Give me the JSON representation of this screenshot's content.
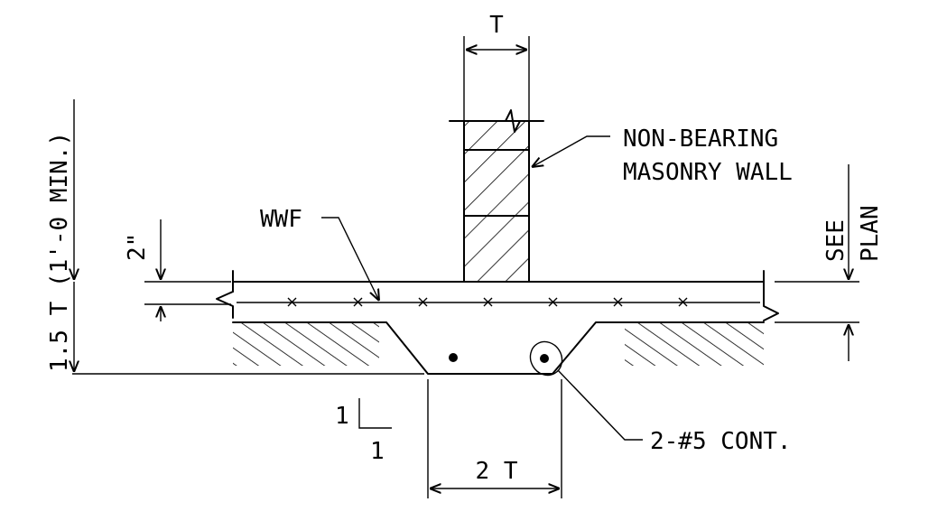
{
  "labels": {
    "wall_thickness": "T",
    "wall_line1": "NON-BEARING",
    "wall_line2": "MASONRY WALL",
    "mesh": "WWF",
    "slab_thickness": "2\"",
    "thickened_depth": "1.5 T (1'-0 MIN.)",
    "see_plan_1": "SEE",
    "see_plan_2": "PLAN",
    "slope_rise": "1",
    "slope_run": "1",
    "bottom_width": "2 T",
    "rebar": "2-#5 CONT."
  }
}
